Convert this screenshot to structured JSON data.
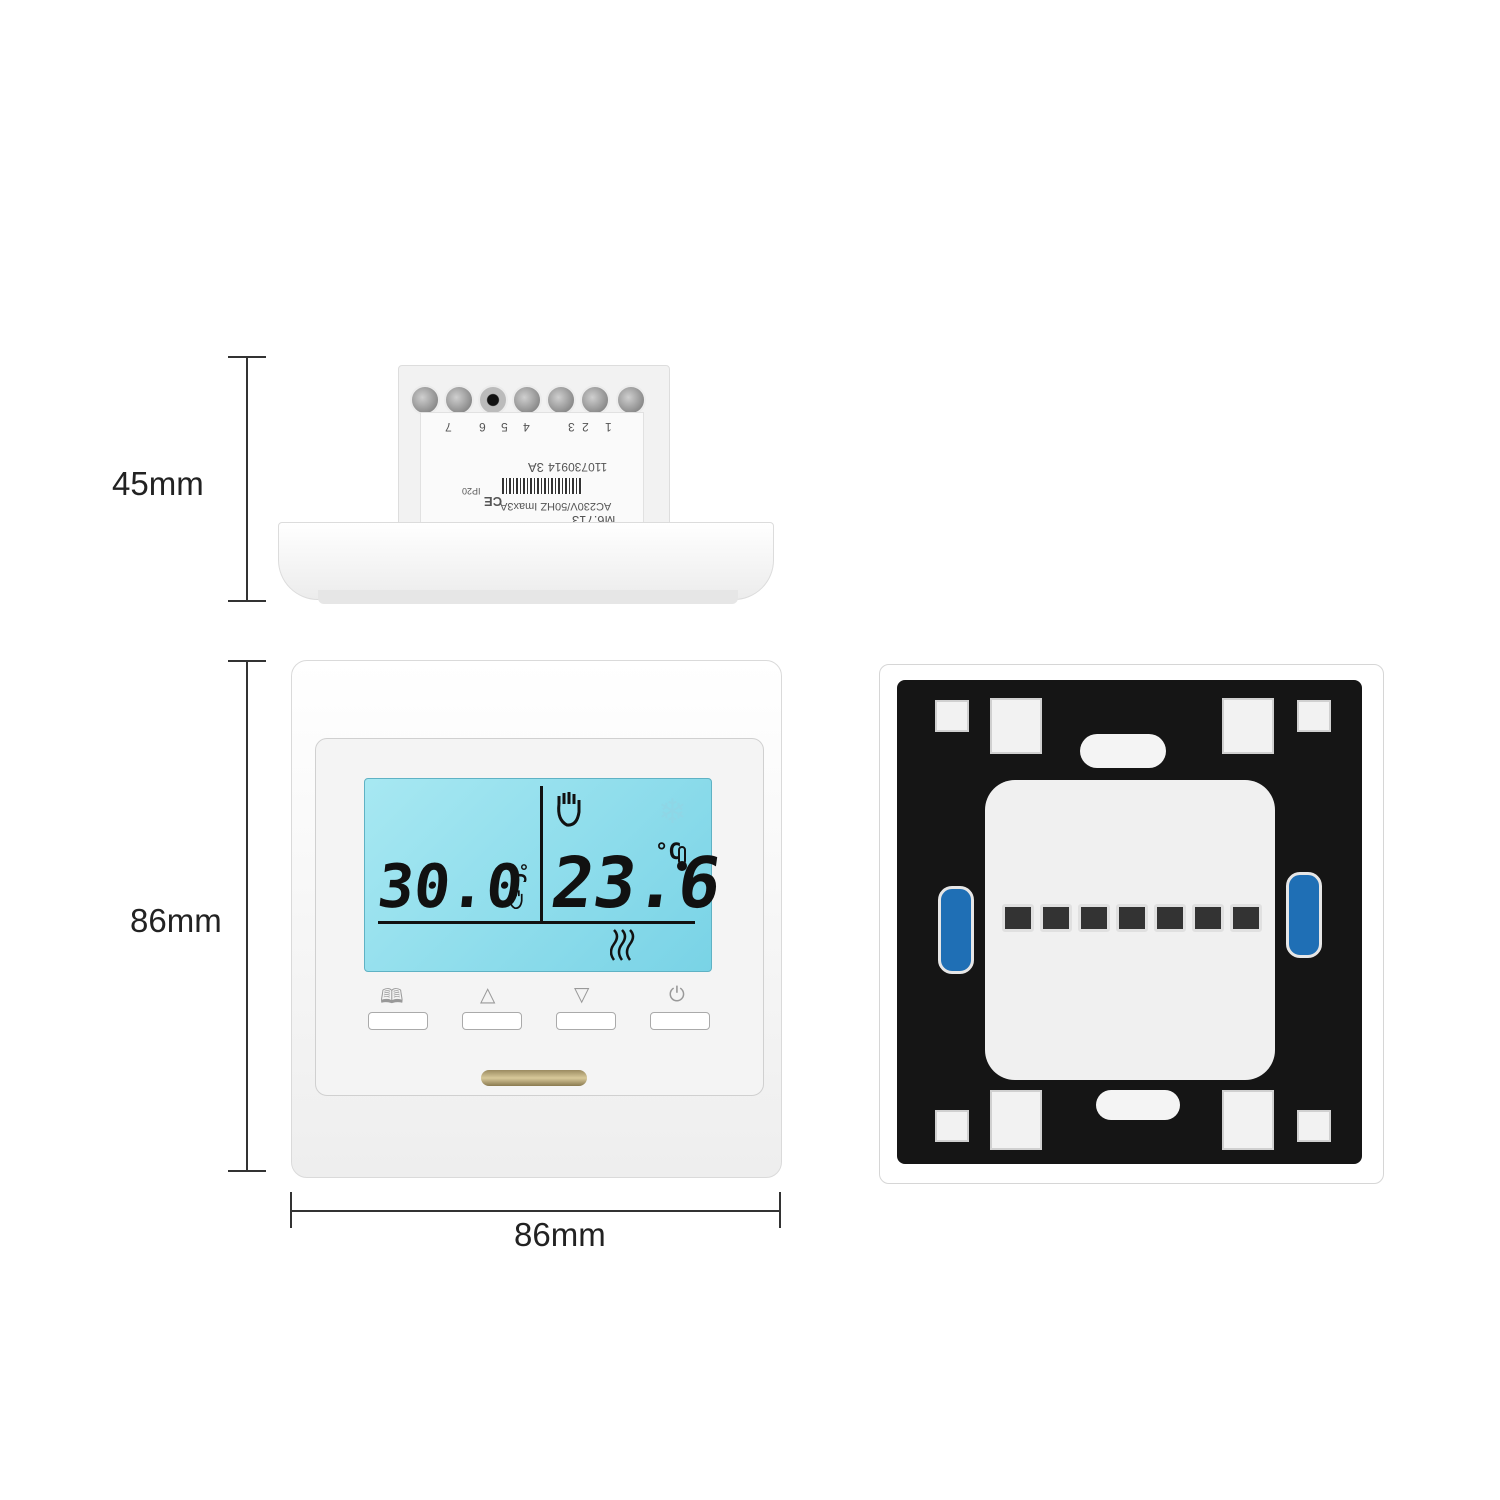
{
  "dimensions": {
    "depth_label": "45mm",
    "height_label": "86mm",
    "width_label": "86mm"
  },
  "side_view": {
    "terminal_numbers": [
      "7",
      "6",
      "5",
      "4",
      "3",
      "2",
      "1"
    ],
    "model": "M6.713",
    "rating": "AC230V/50HZ Imax3A",
    "serial": "110730914",
    "current": "3A",
    "ip_rating": "IP20",
    "ce_mark": "CE"
  },
  "front_view": {
    "set_temperature": "30.0",
    "set_unit": "°C",
    "room_temperature": "23.6",
    "room_unit": "°C",
    "icons": [
      "manual-hand-icon",
      "snowflake-icon",
      "thermometer-icon",
      "heating-waves-icon"
    ],
    "buttons": [
      {
        "icon": "book-icon",
        "glyph": "🕮"
      },
      {
        "icon": "up-arrow-icon",
        "glyph": "△"
      },
      {
        "icon": "down-arrow-icon",
        "glyph": "▽"
      },
      {
        "icon": "power-icon",
        "glyph": "⏻"
      }
    ]
  }
}
